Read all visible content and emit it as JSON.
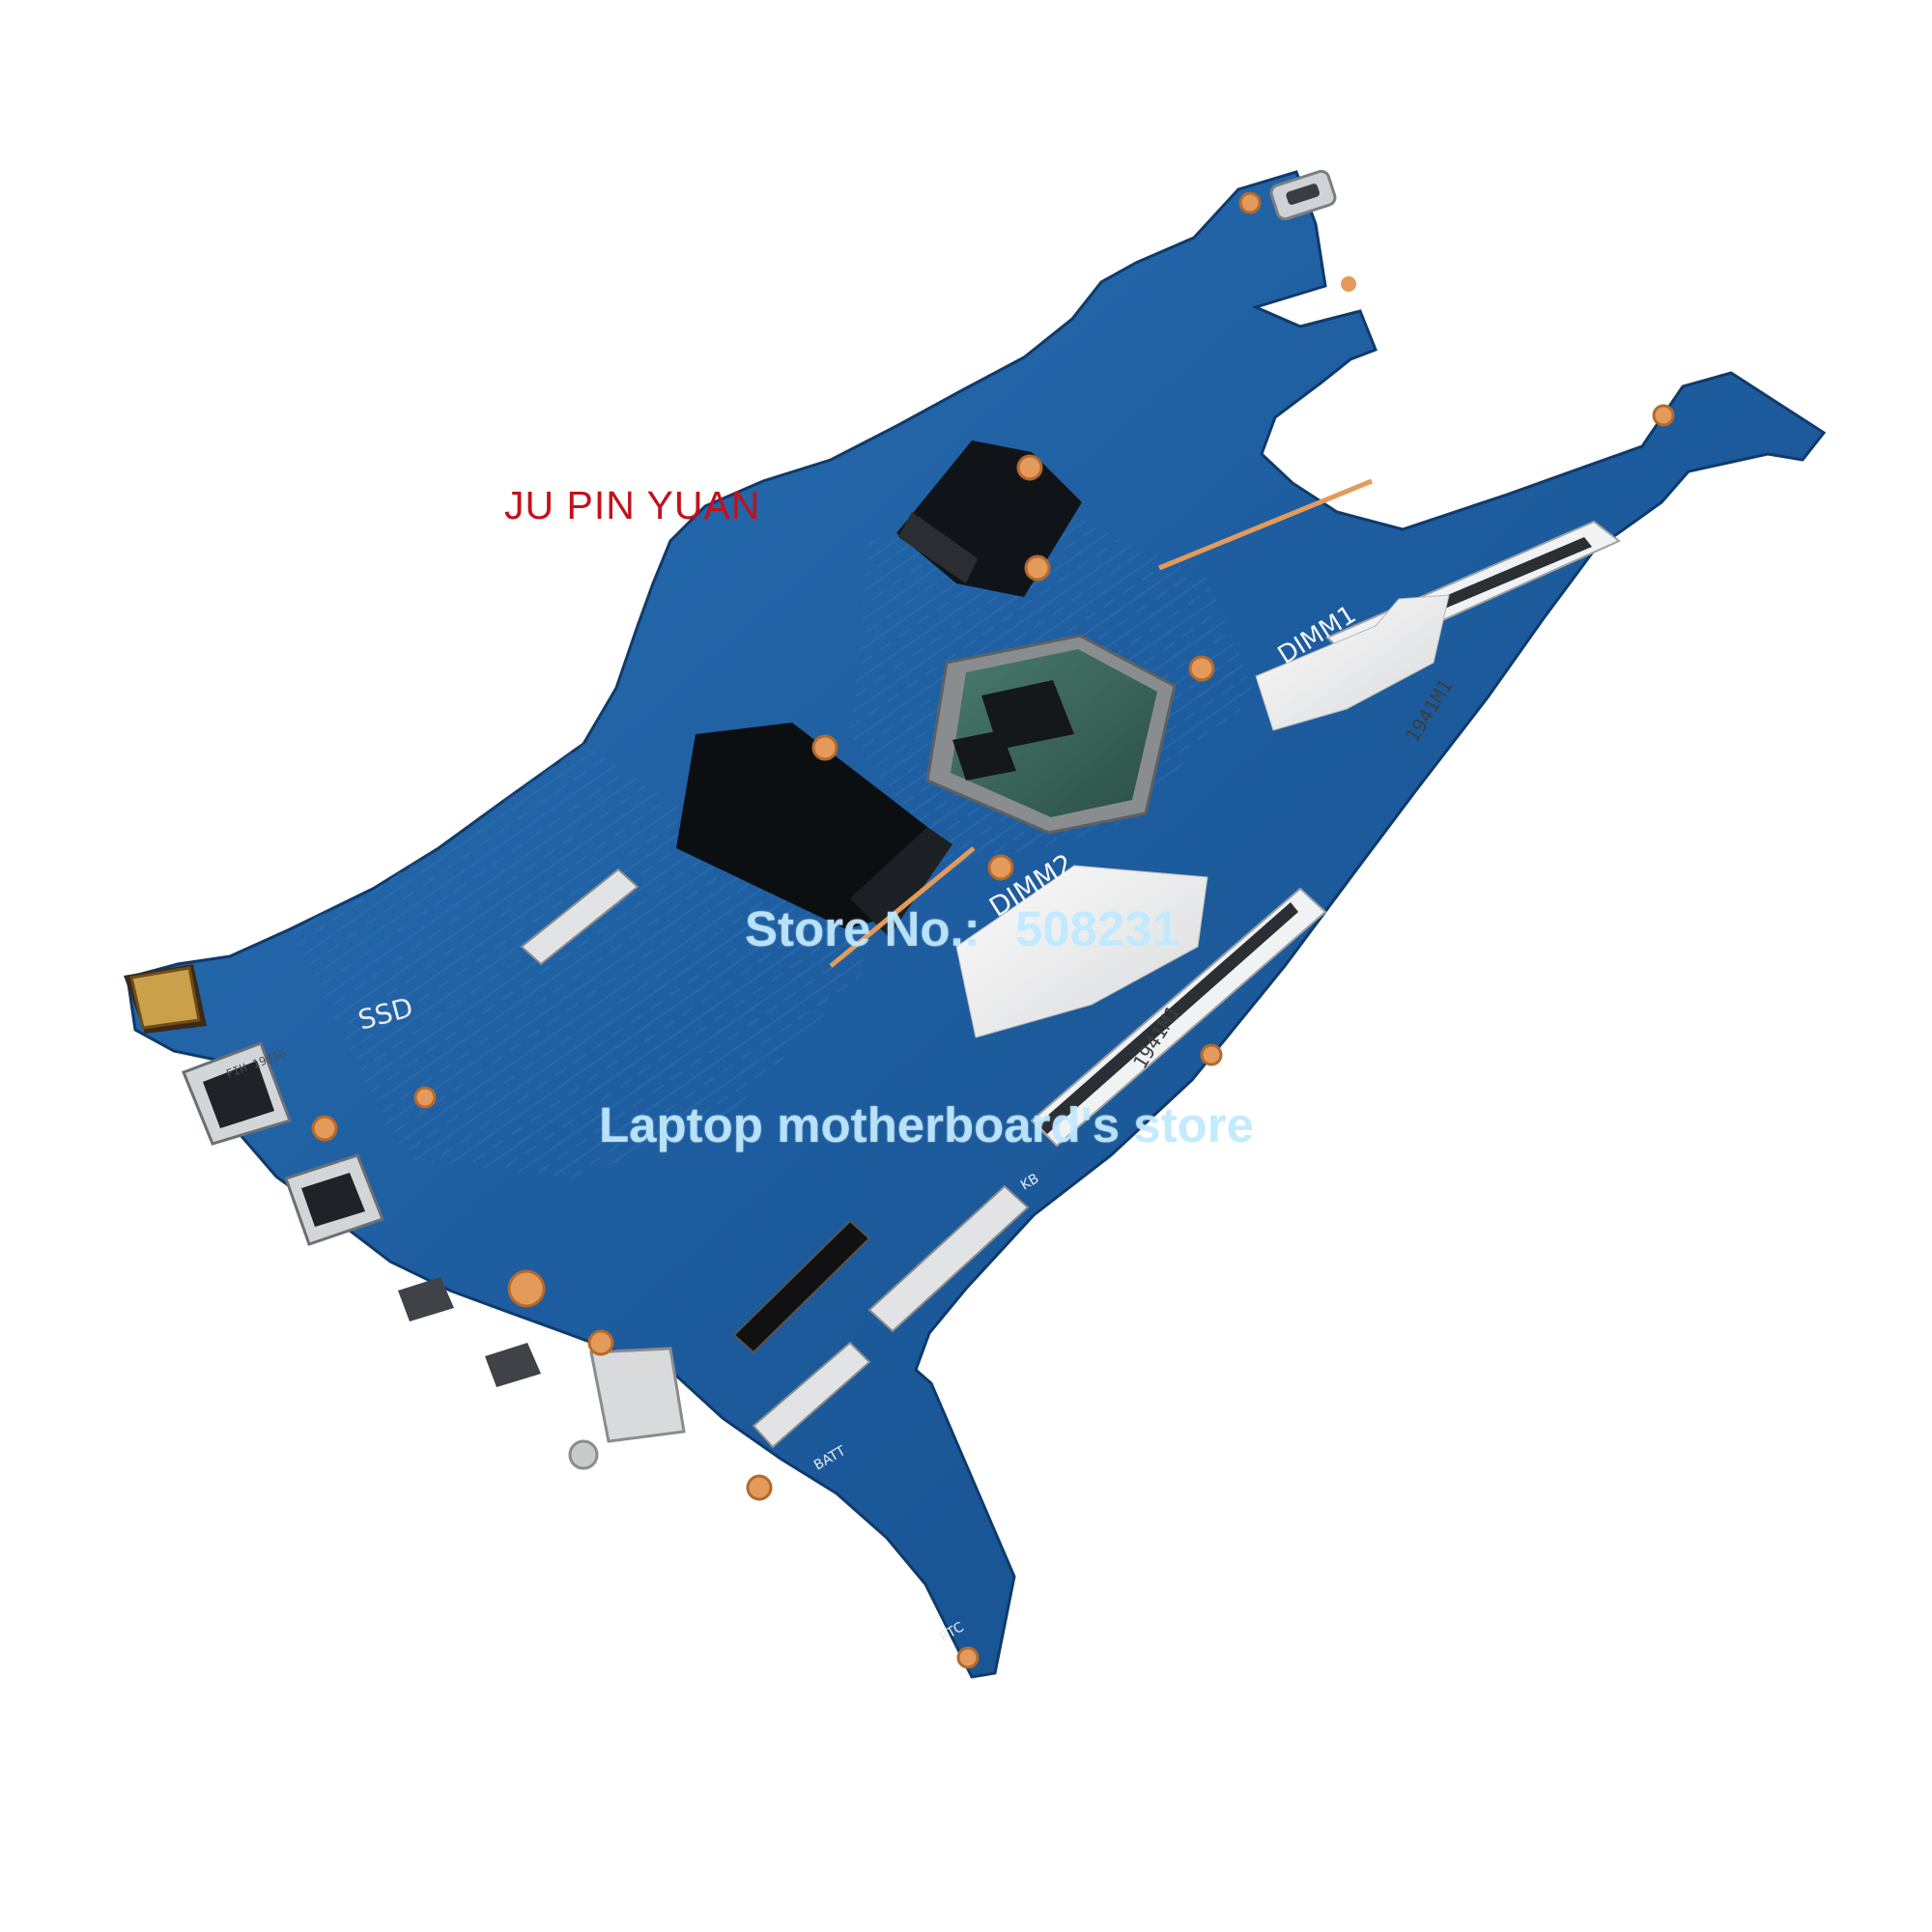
{
  "watermark": {
    "brand": "JU PIN YUAN",
    "store_label": "Store No.:",
    "store_number": "508231",
    "store_caption": "Laptop motherboard's store"
  },
  "board": {
    "silkscreen": {
      "dimm1": "DIMM1",
      "dimm2": "DIMM2",
      "ssd": "SSD",
      "batt": "BATT",
      "rtc": "RTC",
      "kb": "KB",
      "sodimm_date_1": "1941M1",
      "sodimm_date_2": "1941M1",
      "usb_label": "FIH 19816"
    },
    "colors": {
      "pcb": "#1d5c9e",
      "pcb_dark": "#123f78",
      "chip": "#111111",
      "gold_pad": "#e39a5a",
      "shield": "#f0f0f0",
      "connector": "#d6d8da",
      "watermark_red": "#c1121b"
    }
  }
}
